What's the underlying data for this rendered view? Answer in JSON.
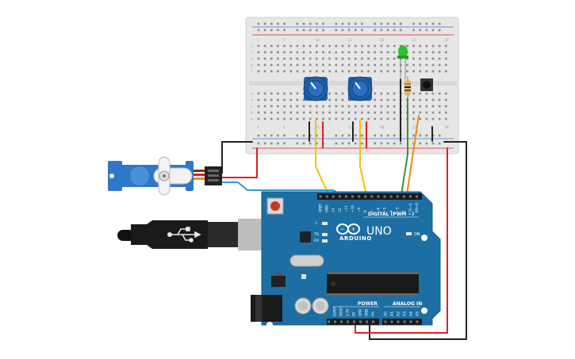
{
  "colors": {
    "breadboard": "#e6e6e6",
    "rail_red": "#d22",
    "rail_blue": "#3a7bd5",
    "arduino": "#1d6fa3",
    "arduino_dark": "#145a87",
    "pot_blue": "#1f5fa8",
    "servo_blue": "#2f77c8",
    "wire_red": "#e02020",
    "wire_black": "#222222",
    "wire_yellow": "#f2c200",
    "wire_green": "#2e9a2e",
    "wire_orange": "#f08a10",
    "wire_cyan": "#2f9bd6",
    "led_green": "#2fbf2f"
  },
  "breadboard": {
    "row_letters_top": [
      "j",
      "i",
      "h",
      "g",
      "f"
    ],
    "row_letters_bottom": [
      "e",
      "d",
      "c",
      "b",
      "a"
    ],
    "column_numbers": [
      "1",
      "5",
      "10",
      "15",
      "20",
      "25",
      "30"
    ]
  },
  "arduino": {
    "brand": "ARDUINO",
    "model": "UNO",
    "digital_label": "DIGITAL (PWM ~)",
    "analog_label": "ANALOG IN",
    "power_label": "POWER",
    "on_label": "ON",
    "aref": "AREF",
    "gnd": "GND",
    "digital_pins": [
      "13",
      "12",
      "~11",
      "~10",
      "~9",
      "8",
      "7",
      "~6",
      "~5",
      "4",
      "~3",
      "2",
      "TX→1",
      "RX←0"
    ],
    "analog_pins": [
      "A0",
      "A1",
      "A2",
      "A3",
      "A4",
      "A5"
    ],
    "power_pins": [
      "IOREF",
      "RESET",
      "3.3V",
      "5V",
      "GND",
      "GND",
      "Vin"
    ],
    "led_labels": [
      "L",
      "TX",
      "RX"
    ]
  },
  "icons": {
    "usb": "usb-icon",
    "infinity_logo": "arduino-logo-icon"
  }
}
